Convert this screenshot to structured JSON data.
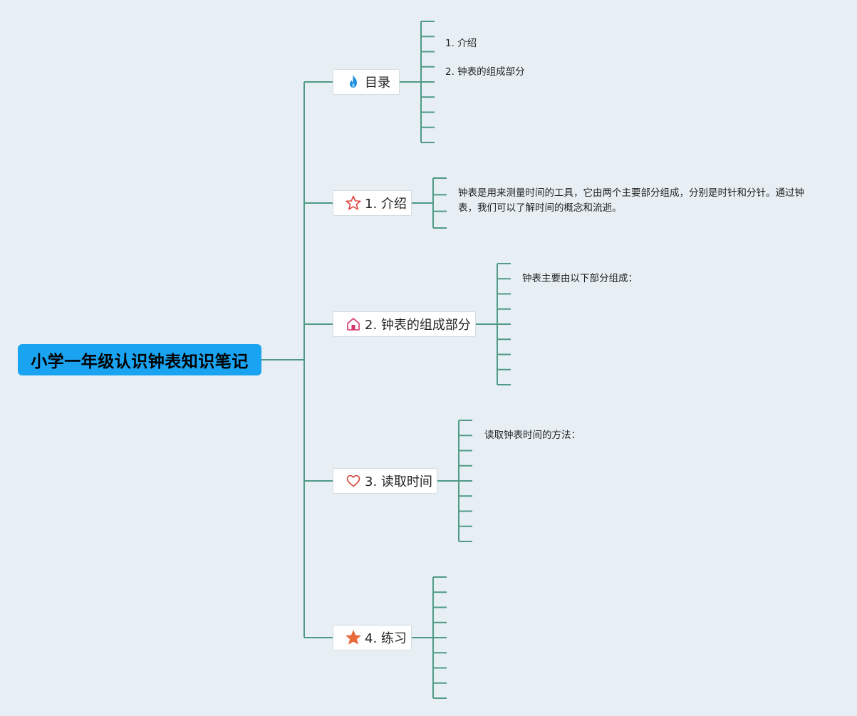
{
  "root": {
    "title": "小学一年级认识钟表知识笔记"
  },
  "branches": [
    {
      "id": "toc",
      "label": "目录",
      "icon": "fire-icon",
      "icon_color": "#1e8fe0",
      "notes": [
        "1. 介绍",
        "2. 钟表的组成部分"
      ]
    },
    {
      "id": "intro",
      "label": "1. 介绍",
      "icon": "star-outline-icon",
      "icon_color": "#e0443c",
      "notes": [
        "钟表是用来测量时间的工具，它由两个主要部分组成，分别是时针和分针。通过钟表，我们可以了解时间的概念和流逝。"
      ]
    },
    {
      "id": "parts",
      "label": "2. 钟表的组成部分",
      "icon": "house-icon",
      "icon_color": "#d6336c",
      "notes": [
        "钟表主要由以下部分组成："
      ]
    },
    {
      "id": "reading",
      "label": "3. 读取时间",
      "icon": "heart-outline-icon",
      "icon_color": "#d84a3e",
      "notes": [
        "读取钟表时间的方法："
      ]
    },
    {
      "id": "practice",
      "label": "4. 练习",
      "icon": "star-filled-icon",
      "icon_color": "#e8693a",
      "notes": []
    }
  ],
  "colors": {
    "background": "#e7eff4",
    "root": "#1aa3f0",
    "line": "#4f9a86"
  }
}
